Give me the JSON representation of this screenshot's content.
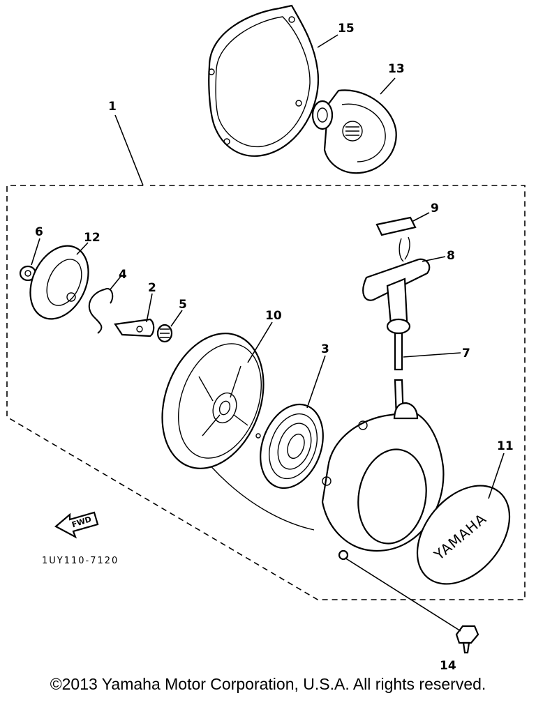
{
  "callouts": {
    "p1": "1",
    "p2": "2",
    "p3": "3",
    "p4": "4",
    "p5": "5",
    "p6": "6",
    "p7": "7",
    "p8": "8",
    "p9": "9",
    "p10": "10",
    "p11": "11",
    "p12": "12",
    "p13": "13",
    "p14": "14",
    "p15": "15"
  },
  "fwd_label": "FWD",
  "diagram_code": "1UY110-7120",
  "emblem_text": "YAMAHA",
  "copyright": "©2013 Yamaha Motor Corporation, U.S.A. All rights reserved."
}
